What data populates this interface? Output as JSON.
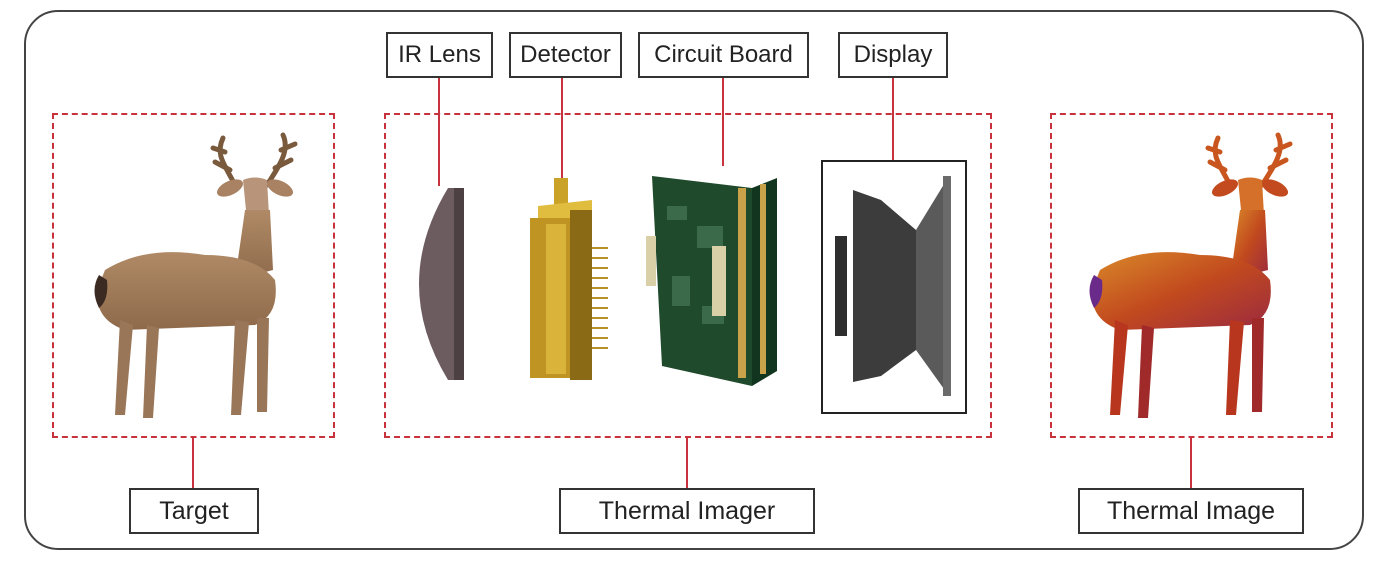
{
  "labels": {
    "ir_lens": "IR Lens",
    "detector": "Detector",
    "circuit_board": "Circuit Board",
    "display": "Display",
    "target": "Target",
    "thermal_imager": "Thermal Imager",
    "thermal_image": "Thermal Image"
  },
  "colors": {
    "dashed_border": "#c8323c",
    "connector": "#c8323c",
    "frame": "#444444",
    "lens": "#6d5c5f",
    "detector_gold": "#d4aa2a",
    "pcb_green": "#1f4a2c",
    "display_gray": "#4a4a4a"
  },
  "icons": {
    "target": "deer-photo",
    "lens": "ir-lens-icon",
    "detector": "detector-icon",
    "circuit": "circuit-board-icon",
    "display": "display-icon",
    "thermal": "thermal-deer-icon"
  }
}
